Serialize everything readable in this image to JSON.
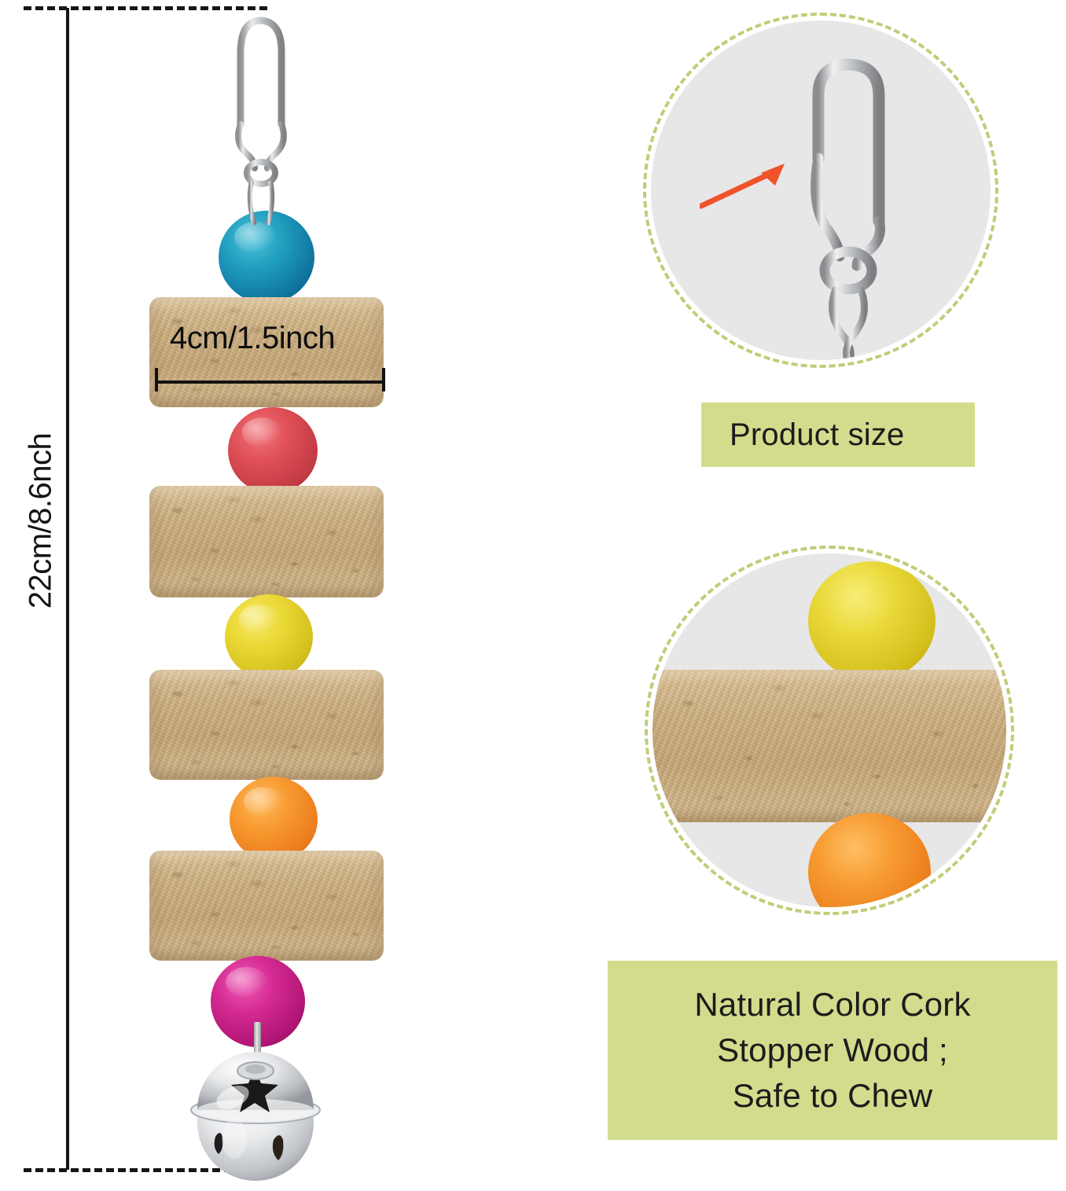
{
  "product": {
    "name": "cork-stopper-bird-chew-toy",
    "height_dimension": "22cm/8.6nch",
    "width_dimension": "4cm/1.5inch",
    "stack": [
      {
        "type": "hook",
        "name": "spring-hook-clasp",
        "color": "#c9cbcd"
      },
      {
        "type": "bead",
        "name": "bead-blue",
        "color": "#1d86ac"
      },
      {
        "type": "cork",
        "name": "cork-block-1"
      },
      {
        "type": "bead",
        "name": "bead-red",
        "color": "#d5484f"
      },
      {
        "type": "cork",
        "name": "cork-block-2"
      },
      {
        "type": "bead",
        "name": "bead-yellow",
        "color": "#e2d02c"
      },
      {
        "type": "cork",
        "name": "cork-block-3"
      },
      {
        "type": "bead",
        "name": "bead-orange",
        "color": "#f08e28"
      },
      {
        "type": "cork",
        "name": "cork-block-4"
      },
      {
        "type": "bead",
        "name": "bead-magenta",
        "color": "#cc1d84"
      },
      {
        "type": "bell",
        "name": "jingle-bell",
        "color": "#d9dadc"
      }
    ]
  },
  "insets": {
    "hook": {
      "caption": "Product size",
      "arrow_color": "#f0522a",
      "circle_bg": "#e7e7e7",
      "border_color": "#c2cc78"
    },
    "cork": {
      "circle_bg": "#e7e7e7",
      "border_color": "#c2cc78"
    }
  },
  "feature_box": {
    "background": "#d3dc8c",
    "lines": [
      "Natural Color Cork",
      "Stopper Wood ;",
      "Safe to Chew"
    ]
  },
  "colors": {
    "accent_green": "#d3dc8c",
    "dash_green": "#c2cc78",
    "arrow_orange": "#f0522a",
    "cork_tan": "#cbb183",
    "dimension_black": "#161616"
  }
}
